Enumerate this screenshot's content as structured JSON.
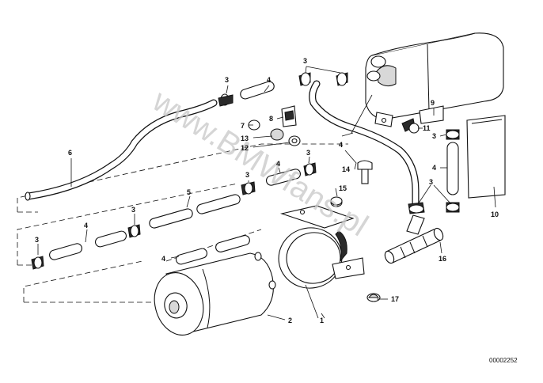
{
  "watermark": "www.BMWfans.pl",
  "reference_number": "00002252",
  "callouts": {
    "c1": "1",
    "c2": "2",
    "c3": "3",
    "c4": "4",
    "c5": "5",
    "c6": "6",
    "c7": "7",
    "c8": "8",
    "c9": "9",
    "c10": "10",
    "c11": "11",
    "c12": "12",
    "c13": "13",
    "c14": "14",
    "c15": "15",
    "c16": "16",
    "c17": "17"
  }
}
